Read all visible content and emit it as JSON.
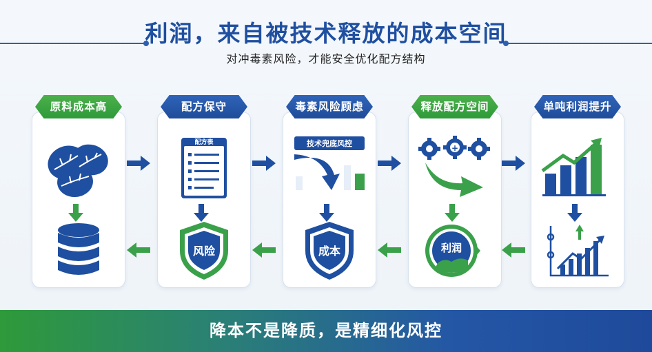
{
  "header": {
    "title": "利润，来自被技术释放的成本空间",
    "subtitle": "对冲毒素风险，才能安全优化配方结构"
  },
  "steps": [
    {
      "label": "原料成本高",
      "color": "green",
      "top_icon": "soybean-leaf-icon",
      "bottom_icon": "database-stack-icon"
    },
    {
      "label": "配方保守",
      "color": "blue",
      "top_icon": "formula-sheet-icon",
      "top_icon_text": "配方表",
      "bottom_icon": "shield-icon",
      "bottom_icon_text": "风险"
    },
    {
      "label": "毒素风险顾虑",
      "color": "blue",
      "top_icon": "downward-trend-icon",
      "top_icon_text": "技术兜底风控",
      "bottom_icon": "shield-icon",
      "bottom_icon_text": "成本"
    },
    {
      "label": "释放配方空间",
      "color": "green",
      "top_icon": "gears-icon",
      "bottom_icon": "profit-circle-icon",
      "bottom_icon_text": "利润"
    },
    {
      "label": "单吨利润提升",
      "color": "blue",
      "top_icon": "bar-chart-growth-icon",
      "bottom_icon": "analytics-chart-icon"
    }
  ],
  "footer": {
    "text": "降本不是降质，是精细化风控"
  },
  "colors": {
    "primary_blue": "#1f4fa0",
    "accent_green": "#2e9a3a"
  }
}
